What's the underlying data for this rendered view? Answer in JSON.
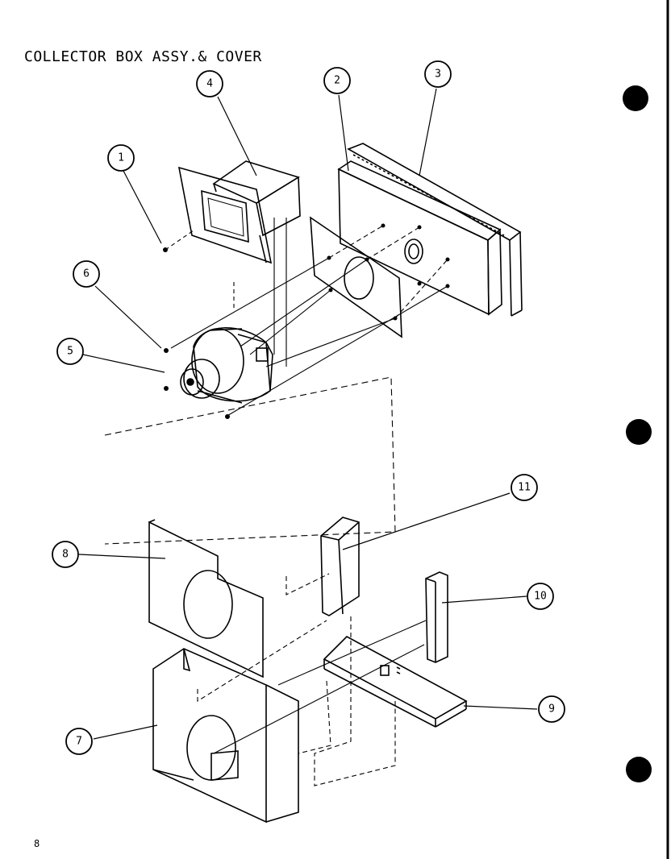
{
  "title": "COLLECTOR BOX ASSY.& COVER",
  "page_number": "8",
  "callouts": [
    "1",
    "2",
    "3",
    "4",
    "5",
    "6",
    "7",
    "8",
    "9",
    "10",
    "11"
  ],
  "colors": {
    "ink": "#000000",
    "paper": "#ffffff"
  }
}
